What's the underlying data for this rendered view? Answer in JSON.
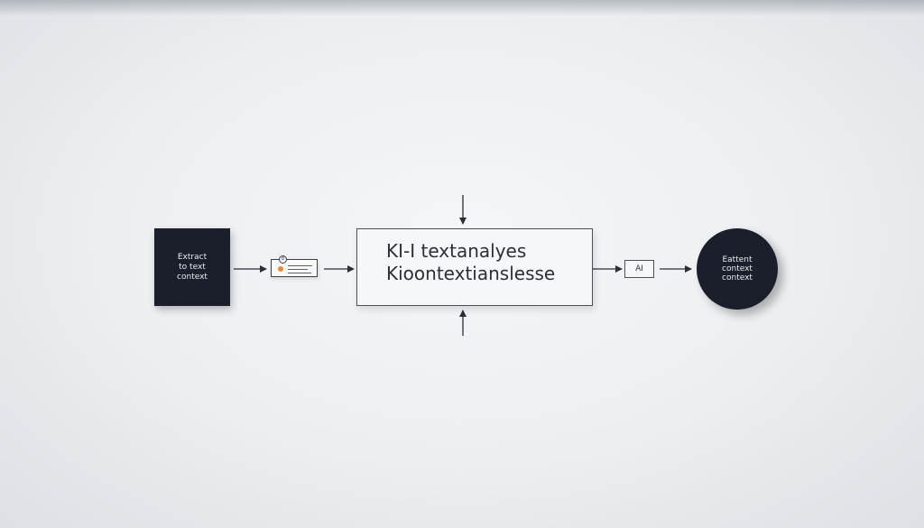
{
  "diagram": {
    "start_node": {
      "label": "Extract\nto text\ncontext"
    },
    "document_card": {
      "badge": "8"
    },
    "main_process": {
      "line1": "KI-I  textanalyes",
      "line2": "Kioontextianslesse"
    },
    "ai_step": {
      "label": "AI"
    },
    "end_node": {
      "label": "Eattent\ncontext\ncontext"
    },
    "colors": {
      "node_fill": "#1a1f2b",
      "accent": "#f08a2c",
      "stroke": "#2a2f38"
    }
  }
}
